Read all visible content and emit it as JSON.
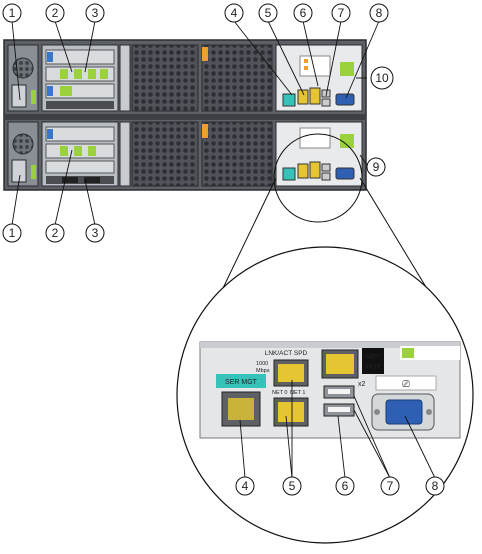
{
  "callouts": {
    "top": [
      "1",
      "2",
      "3",
      "4",
      "5",
      "6",
      "7",
      "8"
    ],
    "side_upper": "10",
    "side_lower": "9",
    "left_bottom": [
      "1",
      "2",
      "3"
    ],
    "zoom_bottom": [
      "4",
      "5",
      "6",
      "7",
      "8"
    ]
  },
  "zoom_labels": {
    "lnk_act_spd": "LNK/ACT  SPD",
    "speed": "1000",
    "speed_unit": "Mbps",
    "ser_mgt": "SER MGT",
    "net0": "NET 0",
    "net1": "NET 1",
    "net_mgt_line1": "NET",
    "net_mgt_line2": "MGT",
    "usb_x2": "x2"
  },
  "colors": {
    "chassis": "#5d6166",
    "chassis_light": "#9aa0a6",
    "fan_grille": "#3a3d42",
    "panel_white": "#e9eaec",
    "accent_green": "#9bd13c",
    "accent_orange": "#f39c32",
    "accent_blue": "#3a77c9",
    "port_yellow": "#e5c532",
    "vga_blue": "#2e5fb3",
    "ser_teal": "#34c3b8"
  }
}
